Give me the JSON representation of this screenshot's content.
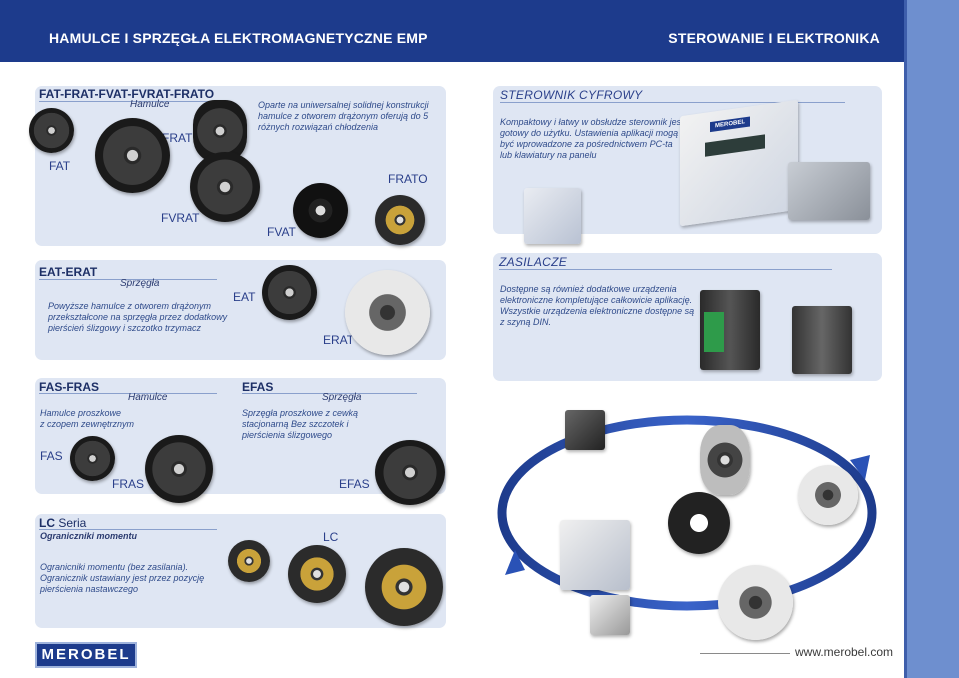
{
  "header": {
    "left_title": "HAMULCE I SPRZĘGŁA ELEKTROMAGNETYCZNE  EMP",
    "right_title": "STEROWANIE I ELEKTRONIKA"
  },
  "fat": {
    "title": "FAT-FRAT-FVAT-FVRAT-FRATO",
    "subtitle": "Hamulce",
    "description": "Oparte na uniwersalnej solidnej konstrukcji hamulce z otworem drążonym oferują do 5 różnych rozwiązań chłodzenia",
    "labels": {
      "fat": "FAT",
      "frat": "FRAT",
      "frato": "FRATO",
      "fvrat": "FVRAT",
      "fvat": "FVAT"
    }
  },
  "sterownik": {
    "title": "STEROWNIK CYFROWY",
    "description": "Kompaktowy i łatwy w obsłudze sterownik jest gotowy do użytku. Ustawienia aplikacji mogą być wprowadzone za pośrednictwem PC-ta lub klawiatury na panelu",
    "device_brand": "MEROBEL"
  },
  "eat": {
    "title": "EAT-ERAT",
    "subtitle": "Sprzęgła",
    "description": "Powyższe hamulce z otworem drążonym przekształcone na sprzęgła przez dodatkowy pierścień ślizgowy i szczotko trzymacz",
    "labels": {
      "eat": "EAT",
      "erat": "ERAT"
    }
  },
  "zasilacze": {
    "title": "ZASILACZE",
    "description": "Dostępne są również dodatkowe urządzenia elektroniczne kompletujące całkowicie aplikację. Wszystkie urządzenia elektroniczne dostępne są z szyną DIN."
  },
  "fas": {
    "title": "FAS-FRAS",
    "subtitle": "Hamulce",
    "description_line1": "Hamulce proszkowe",
    "description_line2": "z czopem zewnętrznym",
    "labels": {
      "fas": "FAS",
      "fras": "FRAS"
    }
  },
  "efas": {
    "title": "EFAS",
    "subtitle": "Sprzęgła",
    "description": "Sprzęgła proszkowe z cewką stacjonarną Bez szczotek i pierścienia ślizgowego",
    "labels": {
      "efas": "EFAS"
    }
  },
  "lc": {
    "title_bold": "LC",
    "title_rest": " Seria",
    "subtitle": "Ograniczniki momentu",
    "description": "Ogranicniki momentu (bez zasilania). Ogranicznik ustawiany jest przez pozycję pierścienia nastawczego",
    "labels": {
      "lc": "LC"
    }
  },
  "footer": {
    "logo": "MEROBEL",
    "url": "www.merobel.com"
  },
  "colors": {
    "header": "#1d3b8c",
    "sidebar": "#6e8fcf",
    "panel": "#dfe6f3",
    "text": "#2a3f8a"
  }
}
